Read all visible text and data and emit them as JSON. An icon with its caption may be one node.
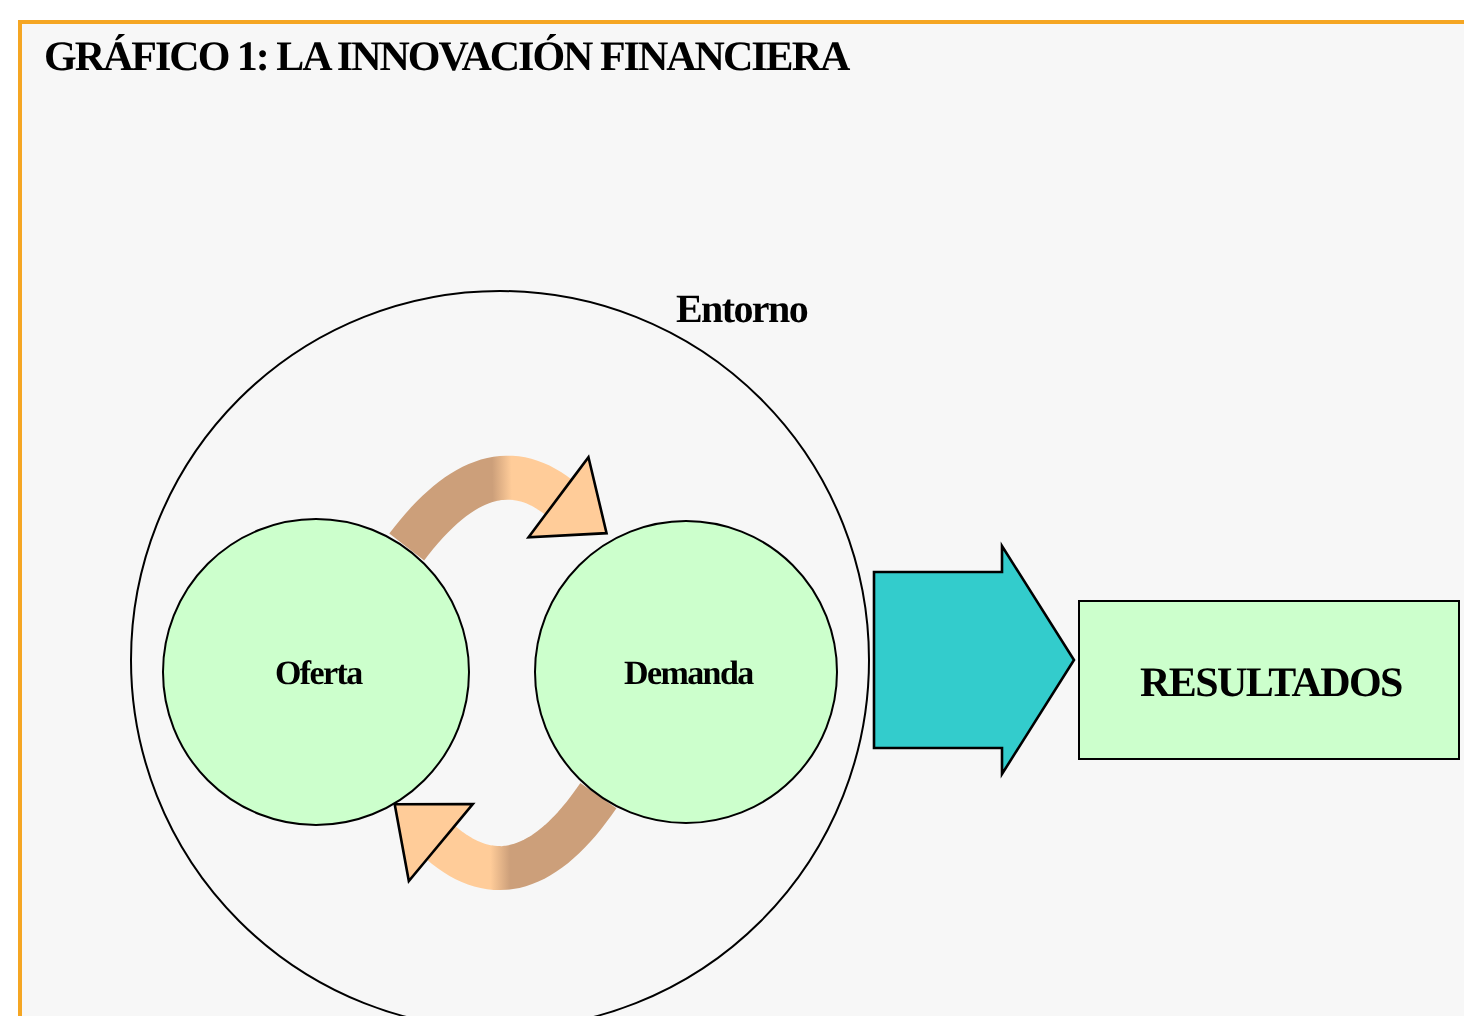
{
  "diagram": {
    "title": "GRÁFICO 1: LA INNOVACIÓN FINANCIERA",
    "nodes": [
      {
        "text": [
          "Entorno"
        ]
      },
      {
        "text": [
          "Oferta"
        ],
        "in": 0
      },
      {
        "text": [
          "Demanda"
        ],
        "in": 0
      },
      {
        "text": [
          "RESULTADOS"
        ]
      }
    ],
    "edges": [
      {
        "from": 1,
        "to": 2,
        "arrow": "to"
      },
      {
        "from": 2,
        "to": 1,
        "arrow": "to"
      },
      {
        "from": 0,
        "to": 3,
        "arrow": "to",
        "color": "#33cccc"
      }
    ]
  }
}
